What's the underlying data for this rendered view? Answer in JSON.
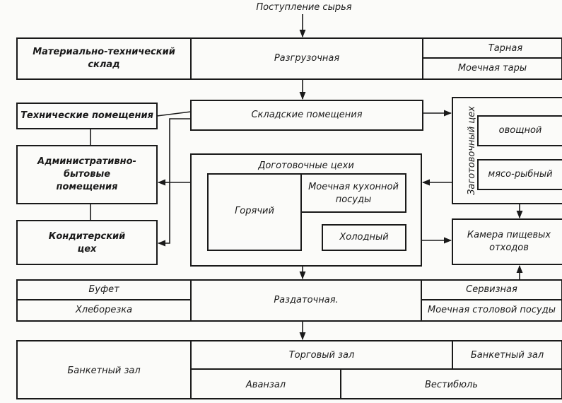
{
  "flow": {
    "input": "Поступление сырья"
  },
  "blocks": {
    "material_warehouse": "Материально-технический склад",
    "unloading": "Разгрузочная",
    "container_room": "Тарная",
    "container_washing": "Моечная тары",
    "technical_rooms": "Технические помещения",
    "storage_rooms": "Складские помещения",
    "prep_shops": "Заготовочный цех",
    "vegetable_shop": "овощной",
    "meat_fish_shop": "мясо-рыбный",
    "admin_rooms": "Административно-бытовые помещения",
    "finishing_shops": "Доготовочные цехи",
    "hot_shop": "Горячий",
    "kitchen_dish_washing": "Моечная кухонной посуды",
    "cold_shop": "Холодный",
    "confectionery": "Кондитерский цех",
    "waste_chamber": "Камера пищевых отходов",
    "buffet": "Буфет",
    "bread_cutting": "Хлеборезка",
    "serving_room": "Раздаточная.",
    "dish_pantry": "Сервизная",
    "table_dish_washing": "Моечная столовой посуды",
    "banquet_hall_left": "Банкетный зал",
    "trade_hall": "Торговый зал",
    "banquet_hall_right": "Банкетный зал",
    "anteroom": "Аванзал",
    "vestibule": "Вестибюль"
  },
  "style": {
    "ink": "#1a1a1a",
    "paper": "#fbfbf9"
  }
}
